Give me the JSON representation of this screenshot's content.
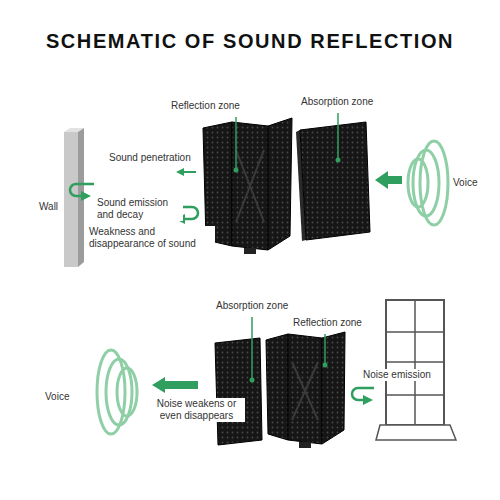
{
  "diagram": {
    "title": "SCHEMATIC OF SOUND REFLECTION",
    "labels": [
      "Reflection zone",
      "Absorption zone",
      "Sound penetration",
      "Wall",
      "Voice",
      "Sound emission and decay",
      "Weakness and disappearance of sound",
      "Absorption zone",
      "Reflection zone",
      "Noise emission",
      "Voice",
      "Noise weakens or even disappears"
    ]
  }
}
